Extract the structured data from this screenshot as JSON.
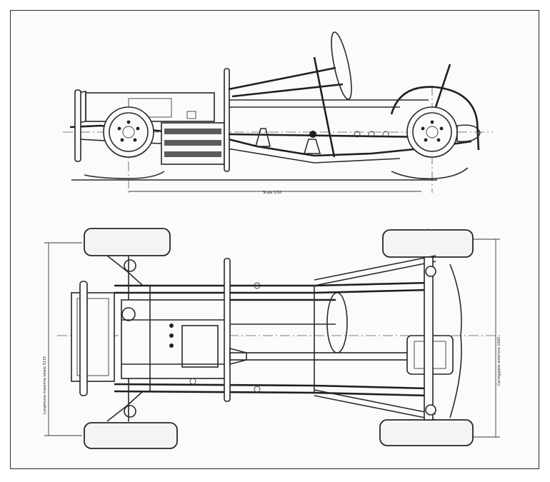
{
  "labels": {
    "scale_note": "Scala 1/10",
    "overall_length": "Lunghezza massima totale 3115",
    "wheelbase": "Carreggiata anteriore 1060"
  },
  "colors": {
    "ink": "#2b2b2b",
    "paper": "#fbfbfa",
    "frame": "#2a2a2a"
  }
}
